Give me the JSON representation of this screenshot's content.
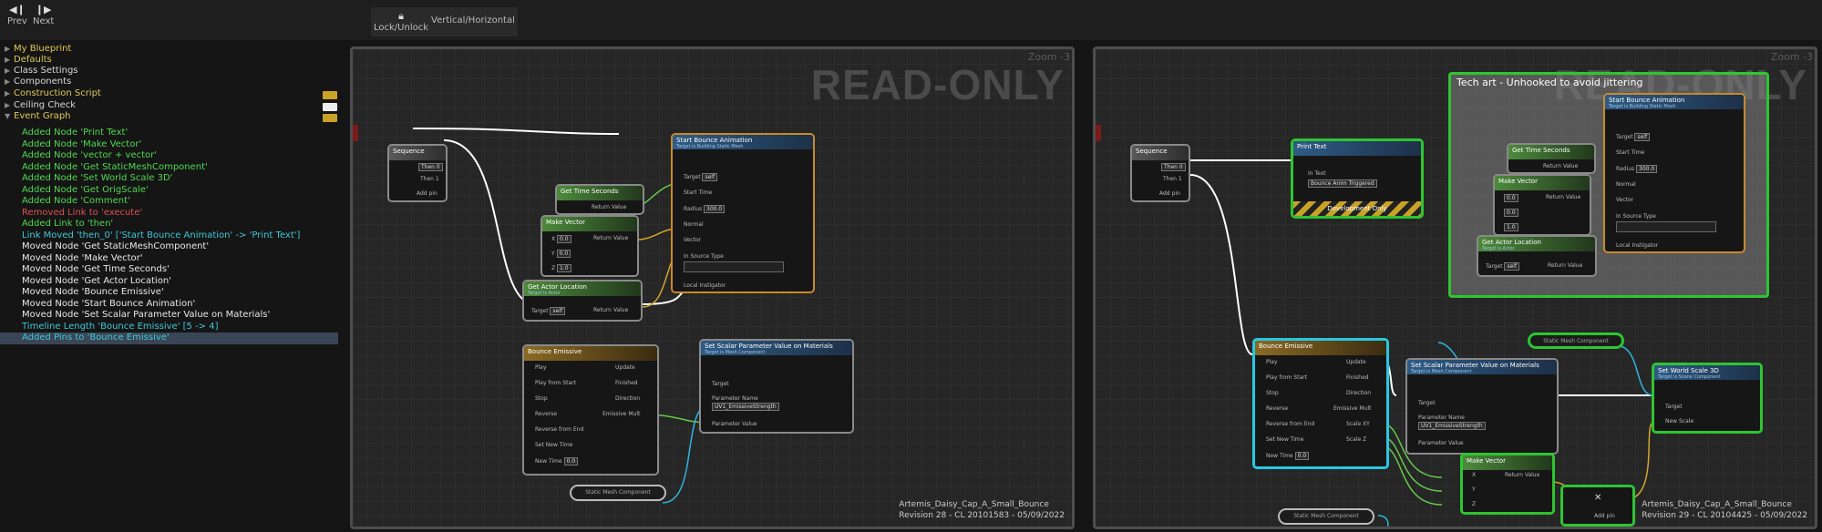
{
  "toolbar": {
    "prev_label": "Prev",
    "next_label": "Next",
    "lock_label": "Lock/Unlock",
    "orient_label": "Vertical/Horizontal"
  },
  "tree": [
    {
      "label": "My Blueprint",
      "color": "#e0c85a"
    },
    {
      "label": "Defaults",
      "color": "#e0c85a"
    },
    {
      "label": "Class Settings",
      "color": "#d8d8d8"
    },
    {
      "label": "Components",
      "color": "#d8d8d8"
    },
    {
      "label": "Construction Script",
      "color": "#e0c85a"
    },
    {
      "label": "Ceiling Check",
      "color": "#d8d8d8"
    },
    {
      "label": "Event Graph",
      "color": "#e0c85a"
    }
  ],
  "history": [
    {
      "text": "Added Node 'Print Text'",
      "color": "#4fd94f"
    },
    {
      "text": "Added Node 'Make Vector'",
      "color": "#4fd94f"
    },
    {
      "text": "Added Node 'vector + vector'",
      "color": "#4fd94f"
    },
    {
      "text": "Added Node 'Get StaticMeshComponent'",
      "color": "#4fd94f"
    },
    {
      "text": "Added Node 'Set World Scale 3D'",
      "color": "#4fd94f"
    },
    {
      "text": "Added Node 'Get OrigScale'",
      "color": "#4fd94f"
    },
    {
      "text": "Added Node 'Comment'",
      "color": "#4fd94f"
    },
    {
      "text": "Removed Link to 'execute'",
      "color": "#e05050"
    },
    {
      "text": "Added Link to 'then'",
      "color": "#4fd94f"
    },
    {
      "text": "Link Moved  'then_0' ['Start Bounce Animation' -> 'Print Text']",
      "color": "#3ec8d8"
    },
    {
      "text": "Moved Node 'Get StaticMeshComponent'",
      "color": "#e8e8e8"
    },
    {
      "text": "Moved Node 'Make Vector'",
      "color": "#e8e8e8"
    },
    {
      "text": "Moved Node 'Get Time Seconds'",
      "color": "#e8e8e8"
    },
    {
      "text": "Moved Node 'Get Actor Location'",
      "color": "#e8e8e8"
    },
    {
      "text": "Moved Node 'Bounce Emissive'",
      "color": "#e8e8e8"
    },
    {
      "text": "Moved Node 'Start Bounce Animation'",
      "color": "#e8e8e8"
    },
    {
      "text": "Moved Node 'Set Scalar Parameter Value on Materials'",
      "color": "#e8e8e8"
    },
    {
      "text": "Timeline Length 'Bounce Emissive' [5 -> 4]",
      "color": "#3ec8d8"
    },
    {
      "text": "Added Pins to 'Bounce Emissive'",
      "color": "#3ec8d8"
    }
  ],
  "left_graph": {
    "read_only": "READ-ONLY",
    "zoom": "Zoom -3",
    "revision_name": "Artemis_Daisy_Cap_A_Small_Bounce",
    "revision": "Revision 28 - CL 20101583 - 05/09/2022",
    "sequence": {
      "title": "Sequence",
      "then0": "Then 0",
      "then1": "Then 1",
      "add_pin": "Add pin"
    },
    "start_bounce": {
      "title": "Start Bounce Animation",
      "subtitle": "Target is Building Static Mesh",
      "target": "Target",
      "target_val": "self",
      "start_time": "Start Time",
      "radius": "Radius",
      "radius_val": "300.0",
      "normal": "Normal",
      "vector": "Vector",
      "in_source_type": "In Source Type",
      "local_instigator": "Local Instigator"
    },
    "get_time": {
      "title": "Get Time Seconds",
      "return": "Return Value"
    },
    "make_vector": {
      "title": "Make Vector",
      "x": "X",
      "y": "Y",
      "z": "Z",
      "x_val": "0.0",
      "y_val": "0.0",
      "z_val": "1.0",
      "return": "Return Value"
    },
    "get_actor": {
      "title": "Get Actor Location",
      "subtitle": "Target is Actor",
      "target": "Target",
      "target_val": "self",
      "return": "Return Value"
    },
    "bounce_emissive": {
      "title": "Bounce Emissive",
      "play": "Play",
      "play_from_start": "Play from Start",
      "stop": "Stop",
      "reverse": "Reverse",
      "reverse_from_end": "Reverse from End",
      "set_new_time": "Set New Time",
      "new_time": "New Time",
      "new_time_val": "0.0",
      "update": "Update",
      "finished": "Finished",
      "direction": "Direction",
      "emissive_mult": "Emissive Mult"
    },
    "set_scalar": {
      "title": "Set Scalar Parameter Value on Materials",
      "subtitle": "Target is Mesh Component",
      "target": "Target",
      "param_name": "Parameter Name",
      "param_val": "UV1_EmissiveStrength",
      "param_value": "Parameter Value"
    },
    "static_mesh": "Static Mesh Component"
  },
  "right_graph": {
    "read_only": "READ-ONLY",
    "zoom": "Zoom -3",
    "revision_name": "Artemis_Daisy_Cap_A_Small_Bounce",
    "revision": "Revision 29 - CL 20104425 - 05/09/2022",
    "comment": "Tech art - Unhooked to avoid jittering",
    "print_text": {
      "title": "Print Text",
      "in_text": "In Text",
      "in_text_val": "Bounce Anim Triggered",
      "dev_only": "Development Only"
    },
    "sequence": {
      "title": "Sequence",
      "then0": "Then 0",
      "then1": "Then 1",
      "add_pin": "Add pin"
    },
    "bounce_emissive": {
      "title": "Bounce Emissive",
      "play": "Play",
      "play_from_start": "Play from Start",
      "stop": "Stop",
      "reverse": "Reverse",
      "reverse_from_end": "Reverse from End",
      "set_new_time": "Set New Time",
      "new_time": "New Time",
      "new_time_val": "0.0",
      "update": "Update",
      "finished": "Finished",
      "direction": "Direction",
      "emissive_mult": "Emissive Mult",
      "scale_xy": "Scale XY",
      "scale_z": "Scale Z"
    },
    "set_scalar": {
      "title": "Set Scalar Parameter Value on Materials",
      "subtitle": "Target is Mesh Component",
      "target": "Target",
      "param_name": "Parameter Name",
      "param_val": "UV1_EmissiveStrength",
      "param_value": "Parameter Value"
    },
    "set_world_scale": {
      "title": "Set World Scale 3D",
      "subtitle": "Target is Scene Component",
      "target": "Target",
      "new_scale": "New Scale"
    },
    "make_vector": {
      "title": "Make Vector",
      "x": "X",
      "y": "Y",
      "z": "Z",
      "return": "Return Value"
    },
    "add_node": {
      "add_pin": "Add pin"
    },
    "static_mesh": "Static Mesh Component",
    "static_mesh_bottom": "Static Mesh Component",
    "start_bounce": {
      "title": "Start Bounce Animation",
      "subtitle": "Target is Building Static Mesh",
      "target": "Target",
      "target_val": "self",
      "start_time": "Start Time",
      "radius": "Radius",
      "radius_val": "300.0",
      "normal": "Normal",
      "vector": "Vector",
      "in_source_type": "In Source Type",
      "local_instigator": "Local Instigator"
    },
    "get_time": {
      "title": "Get Time Seconds",
      "return": "Return Value"
    },
    "make_vector2": {
      "title": "Make Vector",
      "x_val": "0.0",
      "y_val": "0.0",
      "z_val": "1.0",
      "return": "Return Value"
    },
    "get_actor": {
      "title": "Get Actor Location",
      "subtitle": "Target is Actor",
      "target": "Target",
      "target_val": "self",
      "return": "Return Value"
    }
  }
}
